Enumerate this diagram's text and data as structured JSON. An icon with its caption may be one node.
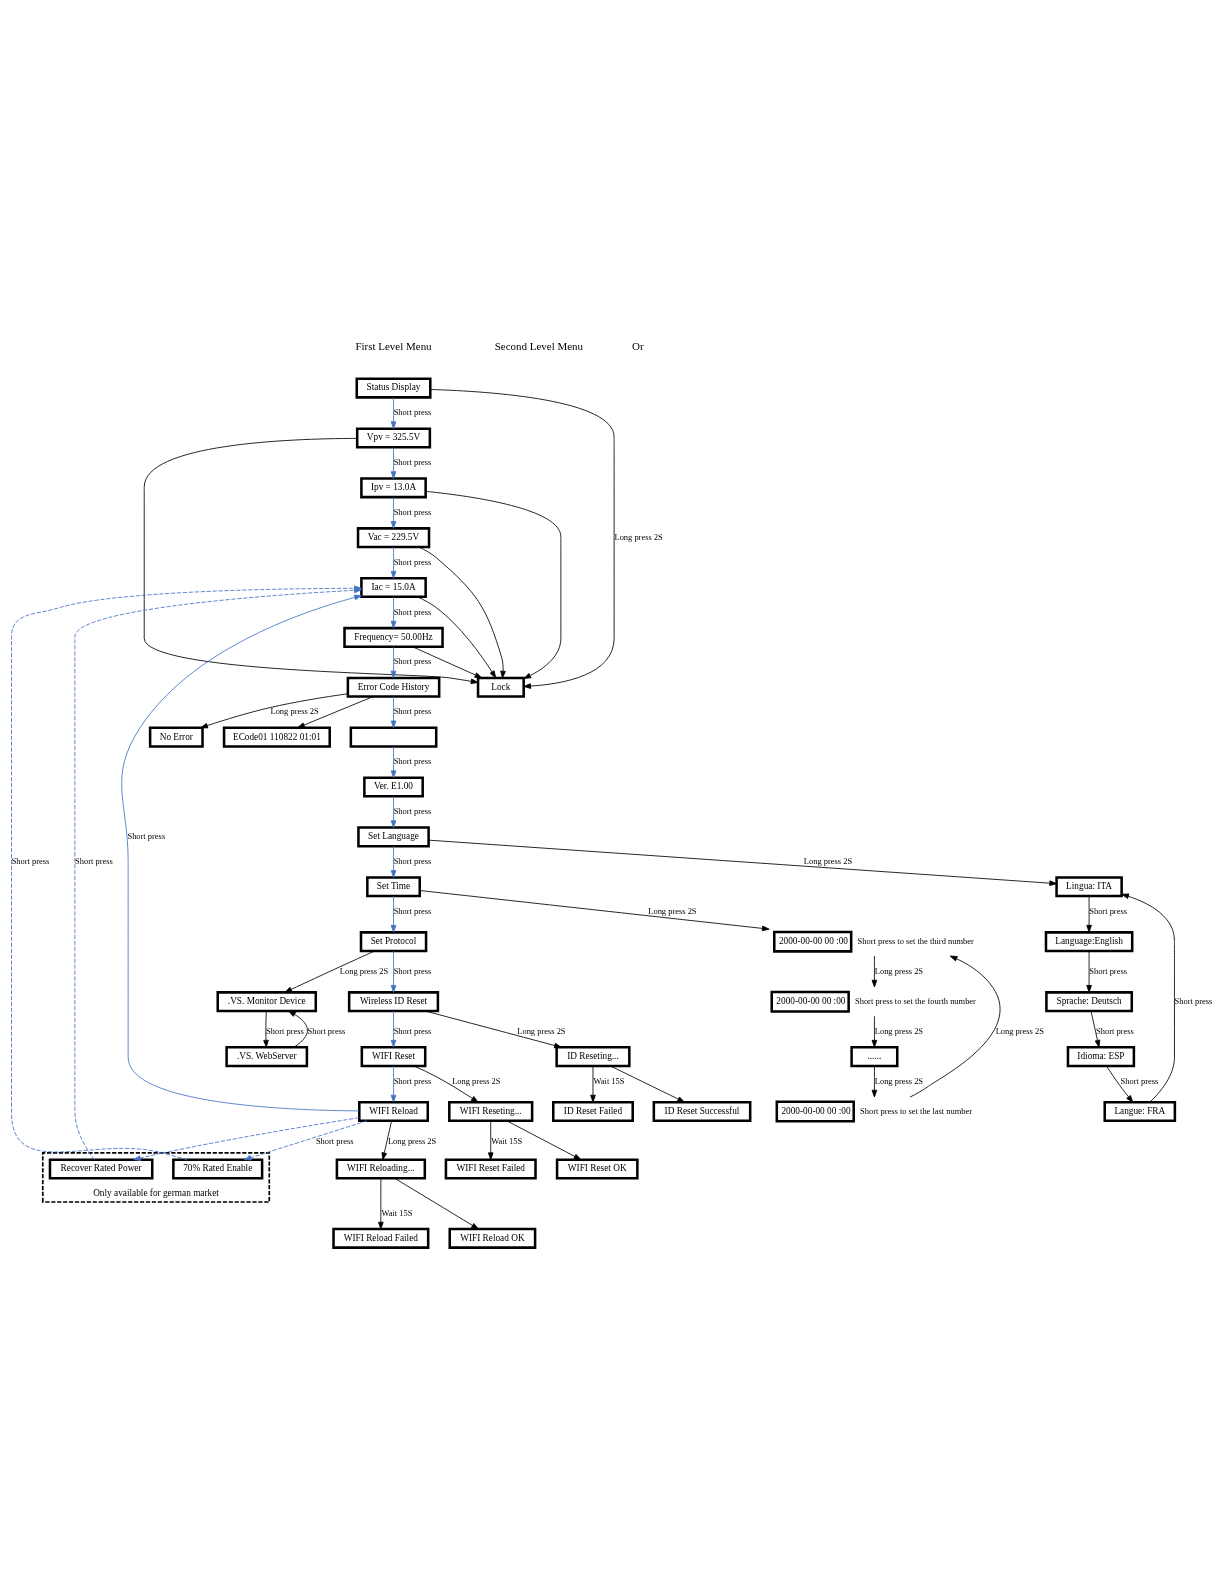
{
  "diagram": {
    "nodes": [
      {
        "text": [
          "Status Display"
        ]
      },
      {
        "text": [
          "Vpv = 325.5V"
        ]
      },
      {
        "text": [
          "Ipv = 13.0A"
        ]
      },
      {
        "text": [
          "Vac = 229.5V"
        ]
      },
      {
        "text": [
          "Iac = 15.0A"
        ]
      },
      {
        "text": [
          "Frequency= 50.00Hz"
        ]
      },
      {
        "text": [
          "Error Code History"
        ]
      },
      {
        "text": [],
        "shape": "box"
      },
      {
        "text": [
          "Ver. E1.00"
        ]
      },
      {
        "text": [
          "Set Language"
        ]
      },
      {
        "text": [
          "Set Time"
        ]
      },
      {
        "text": [
          "Set Protocol"
        ]
      },
      {
        "text": [
          "Wireless ID Reset"
        ]
      },
      {
        "text": [
          "WIFI Reset"
        ]
      },
      {
        "text": [
          "WIFI Reload"
        ]
      },
      {
        "text": [
          "Only available for german market"
        ]
      },
      {
        "text": [
          "70% Rated Enable"
        ],
        "in": 15
      },
      {
        "text": [
          "Recover Rated Power"
        ],
        "in": 15
      },
      {
        "text": [
          "Lock"
        ]
      },
      {
        "text": [
          "No Error"
        ]
      },
      {
        "text": [
          "ECode01 110822 01:01"
        ]
      },
      {
        "text": [
          "Langue: FRA"
        ]
      },
      {
        "text": [
          "Idioma: ESP"
        ]
      },
      {
        "text": [
          "Sprache: Deutsch"
        ]
      },
      {
        "text": [
          "Language:English"
        ]
      },
      {
        "text": [
          "Lingua: ITA"
        ]
      },
      {
        "text": [
          "2000-00-00 00 :00"
        ],
        "beside": [
          "Short press to set the third number"
        ]
      },
      {
        "text": [
          "2000-00-00 00 :00"
        ],
        "beside": [
          "Short press to set the fourth number"
        ]
      },
      {
        "text": [
          "......"
        ]
      },
      {
        "text": [
          "2000-00-00 00 :00"
        ],
        "beside": [
          "Short press to set the last number"
        ]
      },
      {
        "text": [
          ".VS. Monitor Device"
        ]
      },
      {
        "text": [
          ".VS. WebServer"
        ]
      },
      {
        "text": [
          "ID Reseting..."
        ]
      },
      {
        "text": [
          "ID Reset Failed"
        ]
      },
      {
        "text": [
          "ID Reset Successful"
        ]
      },
      {
        "text": [
          "WIFI Reseting..."
        ]
      },
      {
        "text": [
          "WIFI Reset Failed"
        ]
      },
      {
        "text": [
          "WIFI Reset OK"
        ]
      },
      {
        "text": [
          "WIFI Reloading..."
        ]
      },
      {
        "text": [
          "WIFI Reload Failed"
        ]
      },
      {
        "text": [
          "WIFI Reload OK"
        ]
      }
    ],
    "edges": [
      {
        "from": 0,
        "to": 1,
        "arrow": "to",
        "label": "Short press",
        "color": "#4472c4"
      },
      {
        "from": 1,
        "to": 2,
        "arrow": "to",
        "label": "Short press",
        "color": "#4472c4"
      },
      {
        "from": 2,
        "to": 3,
        "arrow": "to",
        "label": "Short press",
        "color": "#4472c4"
      },
      {
        "from": 3,
        "to": 4,
        "arrow": "to",
        "label": "Short press",
        "color": "#4472c4"
      },
      {
        "from": 4,
        "to": 5,
        "arrow": "to",
        "label": "Short press",
        "color": "#4472c4"
      },
      {
        "from": 5,
        "to": 6,
        "arrow": "to",
        "label": "Short press",
        "color": "#4472c4"
      },
      {
        "from": 6,
        "to": 7,
        "arrow": "to",
        "label": "Short press",
        "color": "#4472c4"
      },
      {
        "from": 7,
        "to": 8,
        "arrow": "to",
        "label": "Short press",
        "color": "#4472c4"
      },
      {
        "from": 8,
        "to": 9,
        "arrow": "to",
        "label": "Short press",
        "color": "#4472c4"
      },
      {
        "from": 9,
        "to": 10,
        "arrow": "to",
        "label": "Short press",
        "color": "#4472c4"
      },
      {
        "from": 10,
        "to": 11,
        "arrow": "to",
        "label": "Short press",
        "color": "#4472c4"
      },
      {
        "from": 11,
        "to": 12,
        "arrow": "to",
        "label": "Short press",
        "color": "#4472c4"
      },
      {
        "from": 12,
        "to": 13,
        "arrow": "to",
        "label": "Short press",
        "color": "#4472c4"
      },
      {
        "from": 13,
        "to": 14,
        "arrow": "to",
        "label": "Short press",
        "color": "#4472c4"
      },
      {
        "from": 14,
        "to": 4,
        "arrow": "to",
        "label": "Short press",
        "color": "#4472c4"
      },
      {
        "from": 14,
        "to": 16,
        "arrow": "to",
        "label": "Short press",
        "style": "dashed",
        "color": "#4472c4"
      },
      {
        "from": 14,
        "to": 17,
        "arrow": "to",
        "style": "dashed",
        "color": "#4472c4"
      },
      {
        "from": 16,
        "to": 4,
        "arrow": "to",
        "label": "Short press",
        "style": "dashed",
        "color": "#4472c4"
      },
      {
        "from": 17,
        "to": 4,
        "arrow": "to",
        "label": "Short press",
        "style": "dashed",
        "color": "#4472c4"
      },
      {
        "from": 0,
        "to": 18,
        "arrow": "to",
        "label": "Long press 2S"
      },
      {
        "from": 1,
        "to": 18,
        "arrow": "to"
      },
      {
        "from": 2,
        "to": 18,
        "arrow": "to"
      },
      {
        "from": 3,
        "to": 18,
        "arrow": "to"
      },
      {
        "from": 4,
        "to": 18,
        "arrow": "to"
      },
      {
        "from": 5,
        "to": 18,
        "arrow": "to"
      },
      {
        "from": 6,
        "to": 19,
        "arrow": "to",
        "label": "Long press 2S"
      },
      {
        "from": 6,
        "to": 20,
        "arrow": "to"
      },
      {
        "from": 9,
        "to": 25,
        "arrow": "to",
        "label": "Long press 2S"
      },
      {
        "from": 25,
        "to": 24,
        "arrow": "to",
        "label": "Short press"
      },
      {
        "from": 24,
        "to": 23,
        "arrow": "to",
        "label": "Short press"
      },
      {
        "from": 23,
        "to": 22,
        "arrow": "to",
        "label": "Short press"
      },
      {
        "from": 22,
        "to": 21,
        "arrow": "to",
        "label": "Short press"
      },
      {
        "from": 21,
        "to": 25,
        "arrow": "to",
        "label": "Short press"
      },
      {
        "from": 10,
        "to": 26,
        "arrow": "to",
        "label": "Long press 2S"
      },
      {
        "from": 26,
        "to": 27,
        "arrow": "to",
        "label": "Long press 2S"
      },
      {
        "from": 27,
        "to": 28,
        "arrow": "to",
        "label": "Long press 2S"
      },
      {
        "from": 28,
        "to": 29,
        "arrow": "to",
        "label": "Long press 2S"
      },
      {
        "from": 29,
        "to": 26,
        "arrow": "to",
        "label": "Long press 2S"
      },
      {
        "from": 11,
        "to": 30,
        "arrow": "to",
        "label": "Long press 2S"
      },
      {
        "from": 30,
        "to": 31,
        "arrow": "to",
        "label": "Short press"
      },
      {
        "from": 31,
        "to": 30,
        "arrow": "to",
        "label": "Short press"
      },
      {
        "from": 12,
        "to": 32,
        "arrow": "to",
        "label": "Long press 2S"
      },
      {
        "from": 13,
        "to": 35,
        "arrow": "to",
        "label": "Long press 2S"
      },
      {
        "from": 14,
        "to": 38,
        "arrow": "to",
        "label": "Long press 2S"
      },
      {
        "from": 32,
        "to": 33,
        "arrow": "to",
        "label": "Wait 15S"
      },
      {
        "from": 32,
        "to": 34,
        "arrow": "to"
      },
      {
        "from": 35,
        "to": 36,
        "arrow": "to",
        "label": "Wait 15S"
      },
      {
        "from": 35,
        "to": 37,
        "arrow": "to"
      },
      {
        "from": 38,
        "to": 39,
        "arrow": "to",
        "label": "Wait 15S"
      },
      {
        "from": 38,
        "to": 40,
        "arrow": "to"
      }
    ],
    "labels": [
      "First Level Menu",
      "Second Level Menu",
      "Or"
    ]
  }
}
